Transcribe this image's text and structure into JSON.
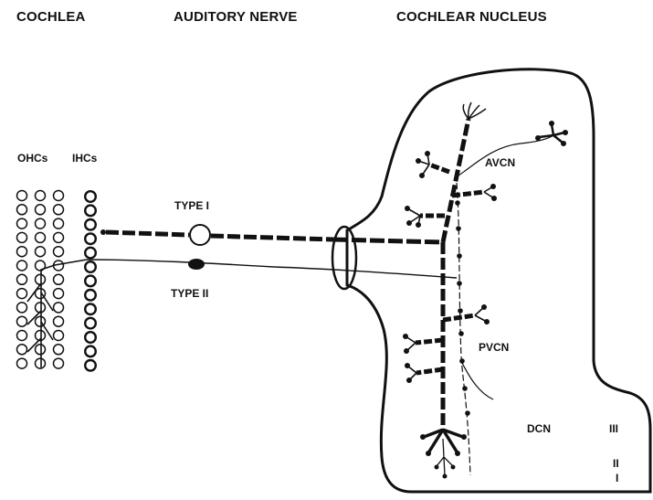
{
  "headers": {
    "cochlea": "COCHLEA",
    "auditory_nerve": "AUDITORY NERVE",
    "cochlear_nucleus": "COCHLEAR NUCLEUS"
  },
  "hair_cells": {
    "outer_label": "OHCs",
    "inner_label": "IHCs"
  },
  "fibers": {
    "type1": "TYPE I",
    "type2": "TYPE II"
  },
  "regions": {
    "avcn": "AVCN",
    "pvcn": "PVCN",
    "dcn": "DCN"
  },
  "dcn_layers": [
    "III",
    "II",
    "I"
  ],
  "colors": {
    "ink": "#111111",
    "background": "#ffffff"
  }
}
